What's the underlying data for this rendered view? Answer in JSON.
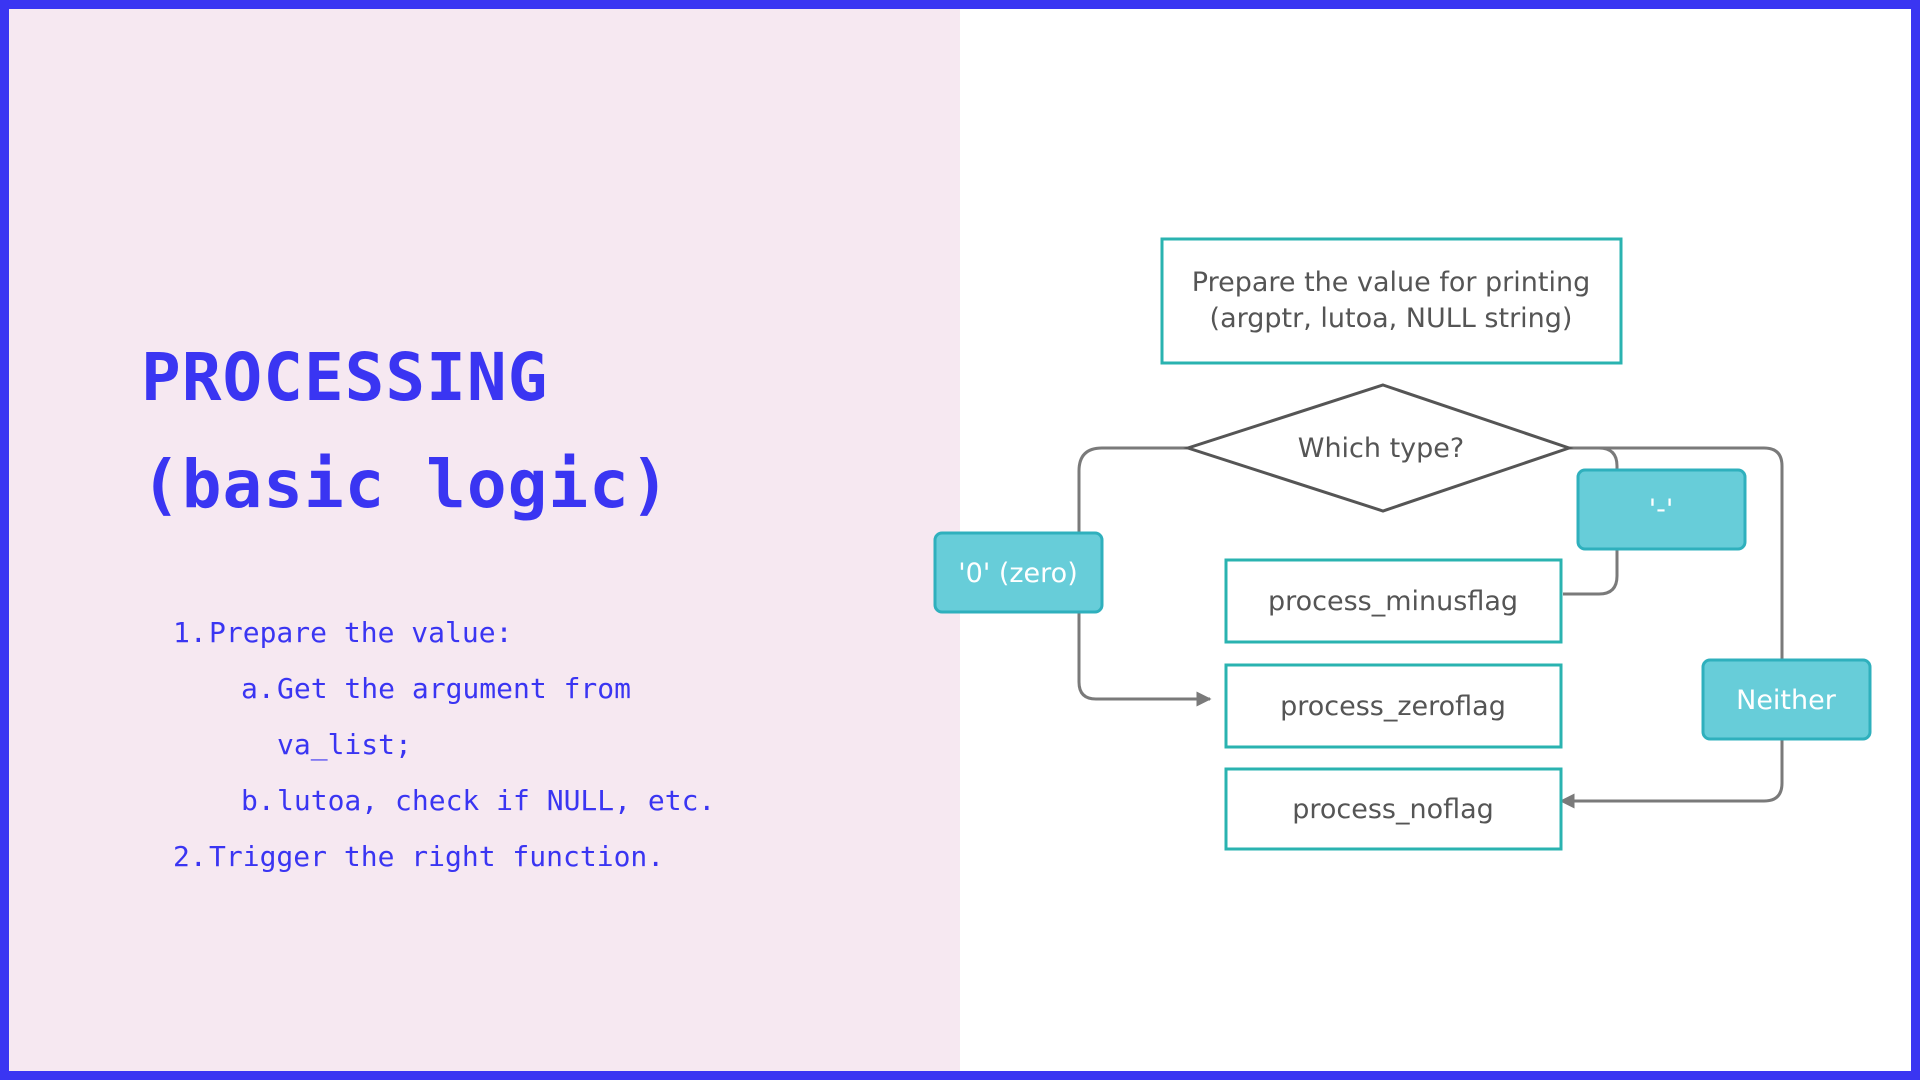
{
  "title": {
    "line1": "PROCESSING",
    "line2": "(basic logic)"
  },
  "steps": {
    "s1_num": "1.",
    "s1_text": "Prepare the value:",
    "s1a_num": "a.",
    "s1a_text": "Get the argument from",
    "s1a_cont": "va_list;",
    "s1b_num": "b.",
    "s1b_text": "lutoa, check if NULL, etc.",
    "s2_num": "2.",
    "s2_text": "Trigger the right function."
  },
  "flowchart": {
    "start_line1": "Prepare the value for printing",
    "start_line2": "(argptr, lutoa, NULL string)",
    "decision": "Which type?",
    "label_zero": "'0' (zero)",
    "label_minus": "'-'",
    "label_neither": "Neither",
    "node_minus": "process_minusflag",
    "node_zero": "process_zeroflag",
    "node_noflag": "process_noflag"
  },
  "colors": {
    "frame": "#3a35f2",
    "left_background": "#f6e8f1",
    "box_border": "#2ab3b0",
    "label_fill": "#67cdd9",
    "connector": "#7a7a7a"
  }
}
